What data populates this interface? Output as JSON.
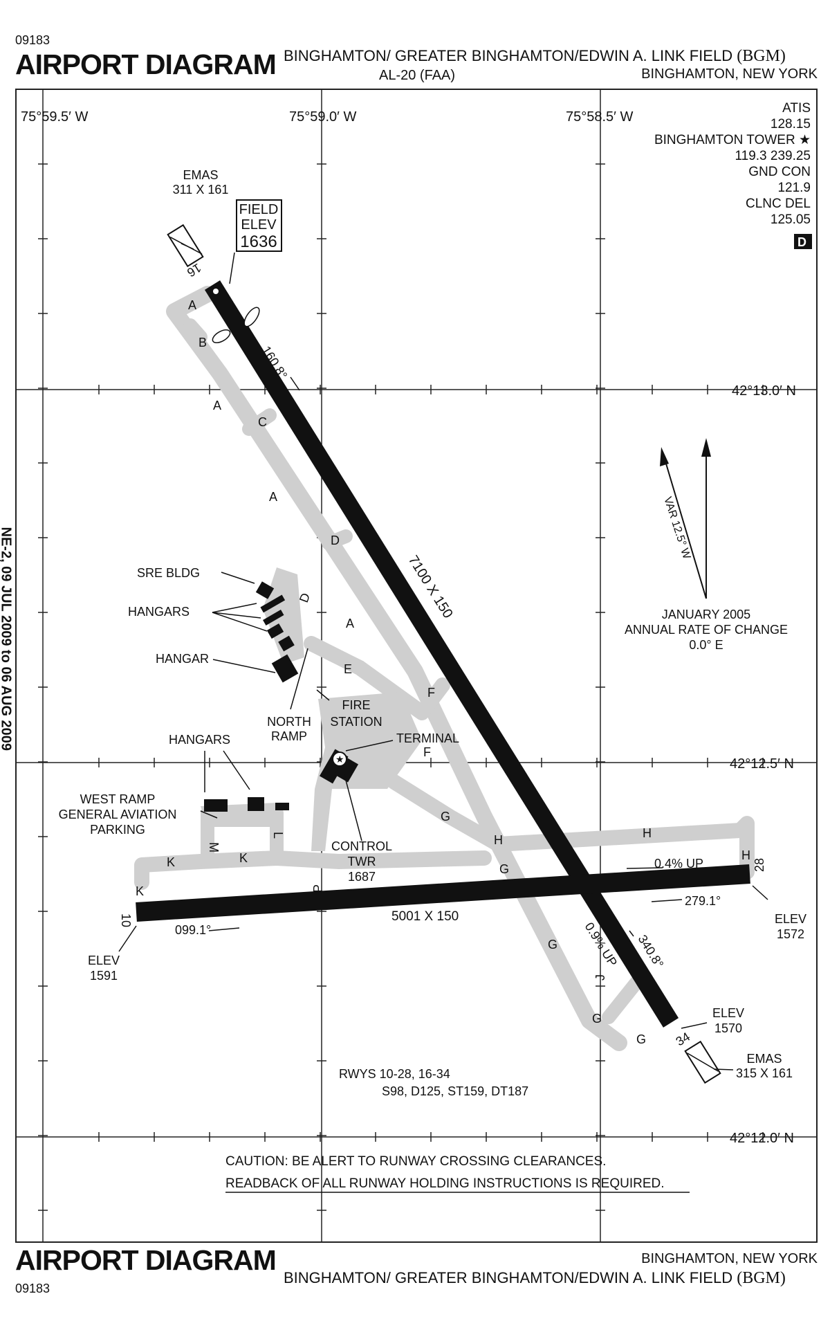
{
  "header": {
    "chart_number": "09183",
    "title": "AIRPORT DIAGRAM",
    "airport_name": "BINGHAMTON/ GREATER BINGHAMTON/EDWIN A. LINK FIELD",
    "airport_id": "(BGM)",
    "procedure": "AL-20 (FAA)",
    "location": "BINGHAMTON, NEW YORK"
  },
  "footer": {
    "chart_number": "09183",
    "title": "AIRPORT DIAGRAM",
    "airport_name": "BINGHAMTON/ GREATER BINGHAMTON/EDWIN A. LINK FIELD",
    "airport_id": "(BGM)",
    "location": "BINGHAMTON, NEW YORK"
  },
  "side_text": "NE-2, 09 JUL 2009 to 06 AUG 2009",
  "grid": {
    "longitudes": [
      "75°59.5′ W",
      "75°59.0′ W",
      "75°58.5′ W"
    ],
    "latitudes": [
      "42°13.0′ N",
      "42°12.5′ N",
      "42°12.0′ N"
    ]
  },
  "frequencies": [
    "ATIS",
    "128.15",
    "BINGHAMTON TOWER ★",
    "119.3  239.25",
    "GND CON",
    "121.9",
    "CLNC DEL",
    "125.05"
  ],
  "d_badge": "D",
  "field_elev": {
    "line1": "FIELD",
    "line2": "ELEV",
    "value": "1636"
  },
  "runways": {
    "rwy16_34": {
      "dims": "7100 X 150",
      "hdg_16": "160.8°",
      "hdg_34": "340.8°",
      "slope": "0.9% UP",
      "end_16": "16",
      "end_34": "34"
    },
    "rwy10_28": {
      "dims": "5001 X 150",
      "hdg_10": "099.1°",
      "hdg_28": "279.1°",
      "slope": "0.4% UP",
      "end_10": "10",
      "end_28": "28"
    }
  },
  "emas_north": {
    "label": "EMAS",
    "dims": "311 X 161"
  },
  "emas_south": {
    "label": "EMAS",
    "dims": "315 X 161"
  },
  "elevations": {
    "rwy10": {
      "label": "ELEV",
      "value": "1591"
    },
    "rwy28": {
      "label": "ELEV",
      "value": "1572"
    },
    "rwy34": {
      "label": "ELEV",
      "value": "1570"
    }
  },
  "taxiways": [
    "A",
    "B",
    "A",
    "C",
    "A",
    "D",
    "D",
    "A",
    "E",
    "F",
    "F",
    "G",
    "G",
    "G",
    "G",
    "G",
    "H",
    "H",
    "H",
    "J",
    "K",
    "K",
    "K",
    "M",
    "L",
    "P"
  ],
  "facilities": {
    "sre_bldg": "SRE BLDG",
    "hangars_1": "HANGARS",
    "hangar": "HANGAR",
    "north_ramp": [
      "NORTH",
      "RAMP"
    ],
    "fire_station": [
      "FIRE",
      "STATION"
    ],
    "terminal": "TERMINAL",
    "hangars_2": "HANGARS",
    "west_ramp": [
      "WEST RAMP",
      "GENERAL AVIATION",
      "PARKING"
    ],
    "control_twr": [
      "CONTROL",
      "TWR",
      "1687"
    ]
  },
  "magvar": {
    "var": "VAR 12.5° W",
    "date": "JANUARY 2005",
    "rate_label": "ANNUAL RATE OF CHANGE",
    "rate": "0.0° E"
  },
  "rwys_info": {
    "line1": "RWYS 10-28, 16-34",
    "line2": "S98, D125, ST159, DT187"
  },
  "caution": {
    "line1": "CAUTION: BE ALERT TO RUNWAY CROSSING CLEARANCES.",
    "line2": "READBACK OF ALL RUNWAY HOLDING INSTRUCTIONS IS REQUIRED."
  }
}
